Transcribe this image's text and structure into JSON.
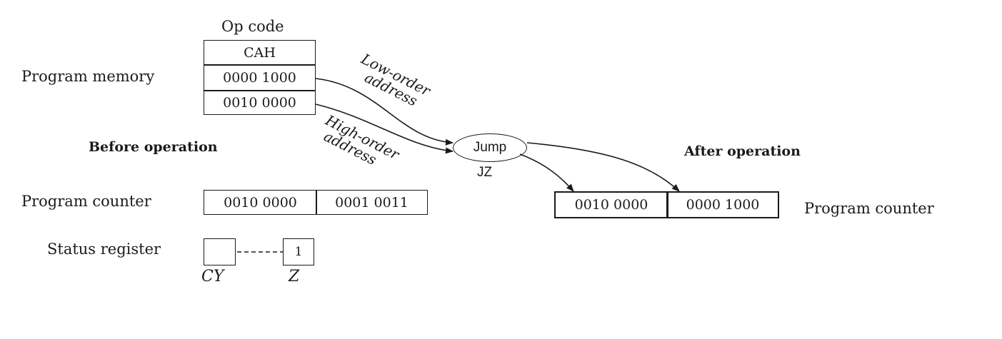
{
  "opcode_label": "Op code",
  "program_memory": {
    "label": "Program memory",
    "cells": [
      "CAH",
      "0000 1000",
      "0010 0000"
    ]
  },
  "low_order": {
    "line1": "Low-order",
    "line2": "address"
  },
  "high_order": {
    "line1": "High-order",
    "line2": "address"
  },
  "jump": {
    "label": "Jump",
    "mnemonic": "JZ"
  },
  "before_label": "Before operation",
  "after_label": "After operation",
  "pc_before": {
    "label": "Program counter",
    "high": "0010 0000",
    "low": "0001 0011"
  },
  "pc_after": {
    "label": "Program counter",
    "high": "0010 0000",
    "low": "0000 1000"
  },
  "status_register": {
    "label": "Status register",
    "z_value": "1",
    "cy_label": "CY",
    "z_label": "Z"
  },
  "colors": {
    "ink": "#1a1a1a",
    "background": "#ffffff"
  }
}
